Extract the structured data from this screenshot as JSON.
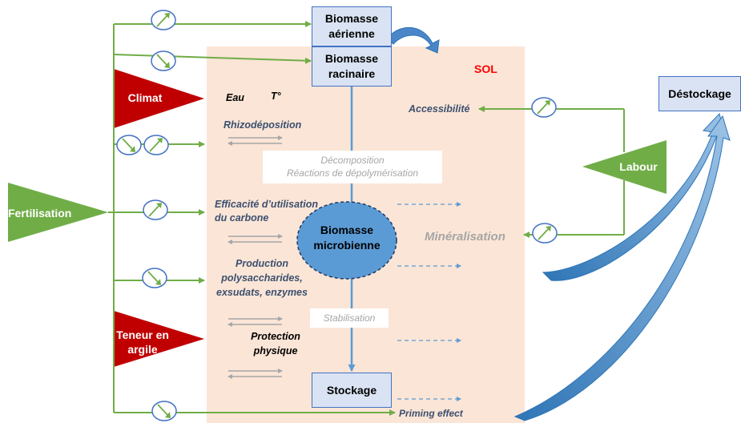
{
  "diagram": {
    "sol_label": "SOL",
    "biomasse_aerienne": "Biomasse aérienne",
    "biomasse_racinaire": "Biomasse racinaire",
    "destockage": "Déstockage",
    "stockage": "Stockage",
    "biomasse_microbienne": "Biomasse microbienne",
    "climat": "Climat",
    "fertilisation": "Fertilisation",
    "labour": "Labour",
    "teneur_argile": "Teneur en argile",
    "eau": "Eau",
    "temperature": "T°",
    "rhizodeposition": "Rhizodéposition",
    "decomposition_line1": "Décomposition",
    "decomposition_line2": "Réactions de dépolymérisation",
    "efficacite_line1": "Efficacité d’utilisation",
    "efficacite_line2": "du carbone",
    "production_line1": "Production",
    "production_line2": "polysaccharides,",
    "production_line3": "exsudats, enzymes",
    "stabilisation": "Stabilisation",
    "protection_line1": "Protection",
    "protection_line2": "physique",
    "accessibilite": "Accessibilité",
    "mineralisation": "Minéralisation",
    "priming_effect": "Priming effect"
  },
  "colors": {
    "soil": "#fbe5d6",
    "box_fill": "#dae3f3",
    "box_border": "#4472c4",
    "green": "#70ad47",
    "red": "#c00000",
    "accent_blue": "#5b9bd5",
    "sol_red": "#ff0000"
  },
  "icons": {
    "increase": "arrow-up-right-circle-icon",
    "decrease": "arrow-down-right-circle-icon"
  }
}
